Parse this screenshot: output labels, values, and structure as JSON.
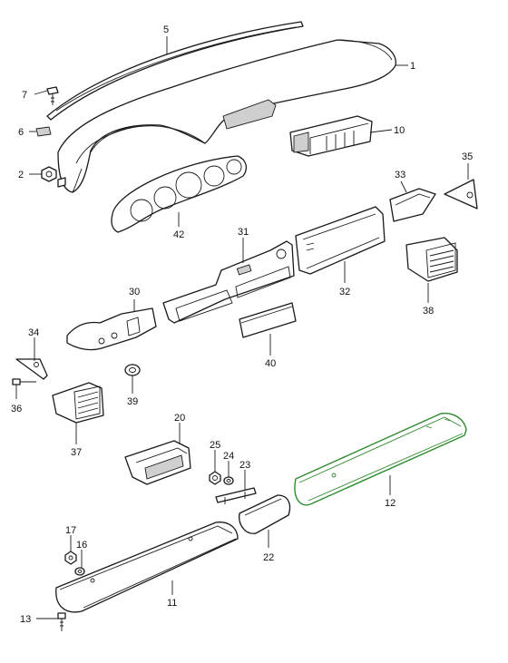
{
  "colors": {
    "line": "#1a1a1a",
    "highlight": "#2e8a2e",
    "background": "#ffffff"
  },
  "highlighted_part": "12",
  "callouts": {
    "p1": "1",
    "p2": "2",
    "p5": "5",
    "p6": "6",
    "p7": "7",
    "p10": "10",
    "p11": "11",
    "p12": "12",
    "p13": "13",
    "p16": "16",
    "p17": "17",
    "p20": "20",
    "p22": "22",
    "p23": "23",
    "p24": "24",
    "p25": "25",
    "p30": "30",
    "p31": "31",
    "p32": "32",
    "p33": "33",
    "p34": "34",
    "p35": "35",
    "p36": "36",
    "p37": "37",
    "p38": "38",
    "p39": "39",
    "p40": "40",
    "p42": "42"
  }
}
